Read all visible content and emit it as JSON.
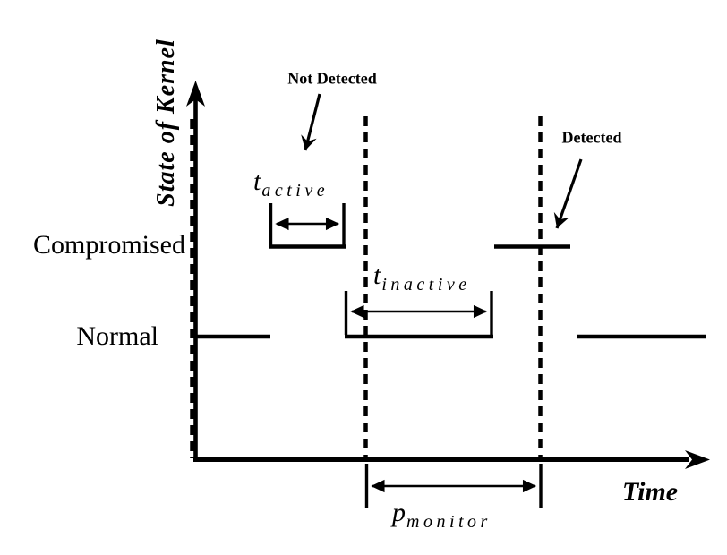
{
  "colors": {
    "ink": "#000000",
    "background": "#ffffff"
  },
  "y_axis": {
    "label": "State of Kernel"
  },
  "x_axis": {
    "label": "Time"
  },
  "state_labels": {
    "compromised": "Compromised",
    "normal": "Normal"
  },
  "annotations": {
    "not_detected": "Not Detected",
    "detected": "Detected"
  },
  "intervals": {
    "t_active": {
      "base": "t",
      "sub": "active"
    },
    "t_inactive": {
      "base": "t",
      "sub": "inactive"
    },
    "p_monitor": {
      "base": "p",
      "sub": "monitor"
    }
  }
}
